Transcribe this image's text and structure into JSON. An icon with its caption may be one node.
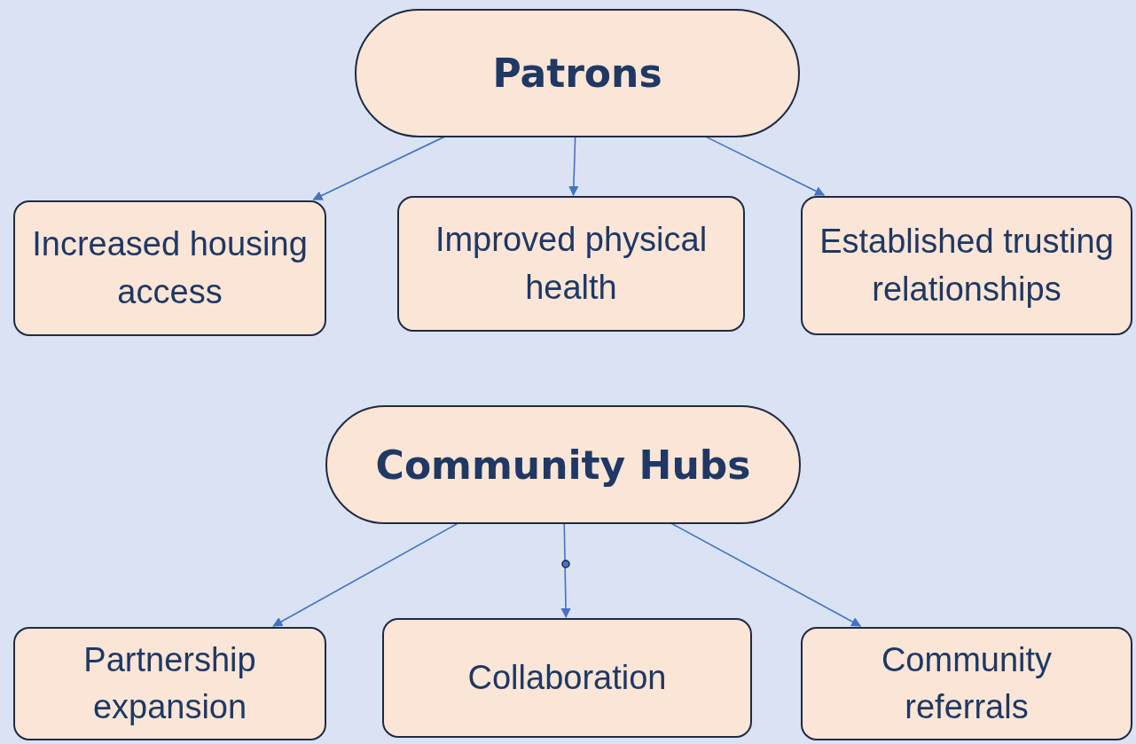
{
  "diagram": {
    "nodes": [
      {
        "text": [
          "Patrons"
        ]
      },
      {
        "text": [
          "Increased housing access"
        ]
      },
      {
        "text": [
          "Improved physical health"
        ]
      },
      {
        "text": [
          "Established trusting relationships"
        ]
      },
      {
        "text": [
          "Community Hubs"
        ]
      },
      {
        "text": [
          "Partnership expansion"
        ]
      },
      {
        "text": [
          "Collaboration"
        ]
      },
      {
        "text": [
          "Community referrals"
        ]
      }
    ],
    "edges": [
      {
        "from": 0,
        "to": 1,
        "arrow": "to"
      },
      {
        "from": 0,
        "to": 2,
        "arrow": "to"
      },
      {
        "from": 0,
        "to": 3,
        "arrow": "to"
      },
      {
        "from": 4,
        "to": 5,
        "arrow": "to"
      },
      {
        "from": 4,
        "to": 6,
        "arrow": "to"
      },
      {
        "from": 4,
        "to": 7,
        "arrow": "to"
      }
    ]
  }
}
